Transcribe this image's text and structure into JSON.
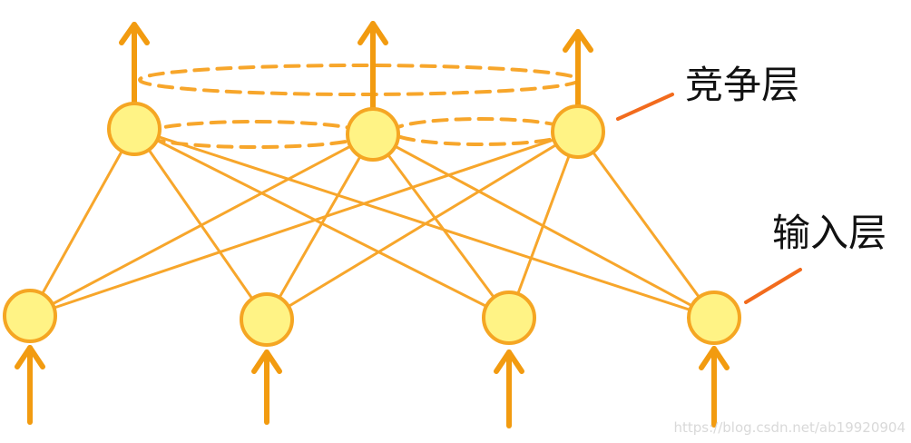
{
  "labels": {
    "competitive_layer": "竞争层",
    "input_layer": "输入层"
  },
  "watermark": {
    "text": "https://blog.csdn.net/ab19920904"
  },
  "colors": {
    "line": "#f7a62b",
    "arrow": "#f29b10",
    "node_fill": "#fff385",
    "node_stroke": "#f5a623",
    "pointer": "#f26b1d",
    "text": "#111111"
  }
}
